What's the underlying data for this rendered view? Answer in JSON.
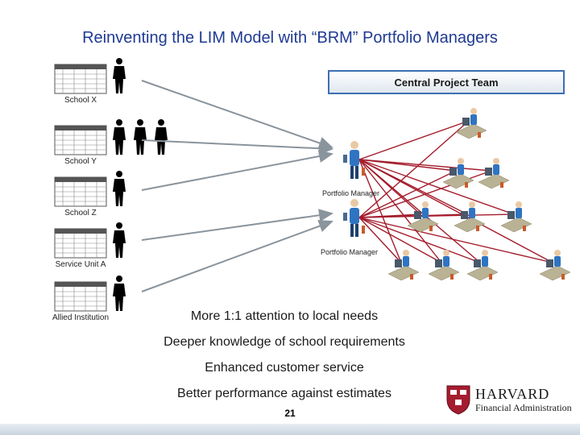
{
  "title": "Reinventing the LIM Model with “BRM” Portfolio Managers",
  "units": [
    {
      "label": "School X",
      "people": 1
    },
    {
      "label": "School Y",
      "people": 3
    },
    {
      "label": "School Z",
      "people": 1
    },
    {
      "label": "Service Unit A",
      "people": 1
    },
    {
      "label": "Allied Institution",
      "people": 1
    }
  ],
  "central_team": "Central Project Team",
  "portfolio_managers": [
    "Portfolio Manager",
    "Portfolio Manager"
  ],
  "bullets": [
    "More 1:1 attention to local needs",
    "Deeper knowledge of school requirements",
    "Enhanced customer service",
    "Better performance against estimates"
  ],
  "page_number": "21",
  "logo": {
    "name": "HARVARD",
    "subtitle": "Financial Administration",
    "shield_color": "#a51c30"
  },
  "colors": {
    "title": "#1f3a93",
    "gray_arrows": "#8a949c",
    "red_lines": "#a41c2c",
    "team_box_border": "#3d6fb4"
  },
  "icons": {
    "unit_pictogram": "spreadsheet-icon",
    "person_pictogram": "person-icon",
    "team_member": "desk-worker-icon"
  }
}
